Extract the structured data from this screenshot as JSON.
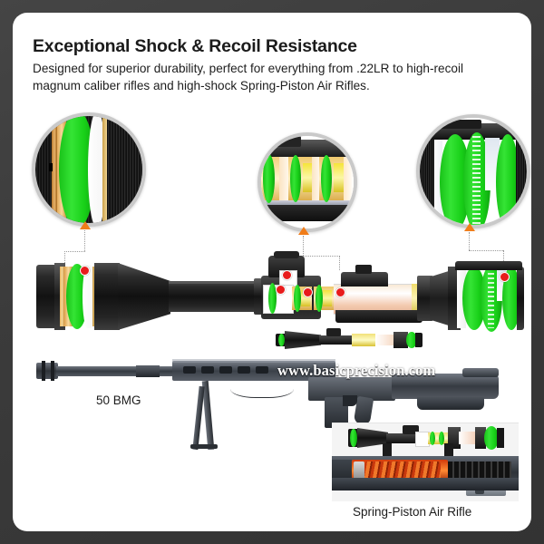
{
  "frame": {
    "border_color": "#3a3a3a",
    "card_color": "#ffffff"
  },
  "header": {
    "title": "Exceptional Shock & Recoil Resistance",
    "subtitle": "Designed for superior durability, perfect for everything from .22LR to high-recoil magnum caliber rifles and high-shock Spring-Piston Air Rifles."
  },
  "callouts": [
    {
      "id": "objective-lens",
      "name": "objective-lens-detail",
      "pointer": "orange-triangle-pointer"
    },
    {
      "id": "erector-assembly",
      "name": "erector-lens-detail",
      "pointer": "orange-triangle-pointer"
    },
    {
      "id": "ocular-lens",
      "name": "ocular-lens-detail",
      "pointer": "orange-triangle-pointer"
    }
  ],
  "markers": {
    "color": "#e81c1c",
    "count": 6,
    "label": "lens-retention-point"
  },
  "diagram": {
    "main_scope_label": "riflescope-cutaway",
    "rifle_label": "50 BMG",
    "air_rifle_label": "Spring-Piston Air Rifle"
  },
  "watermark": {
    "text": "www.basicprecision.com"
  },
  "colors": {
    "lens_green": "#2ad42a",
    "pointer_orange": "#f07d1a",
    "marker_red": "#e81c1c",
    "frame_dark": "#3a3a3a",
    "spring_orange": "#f0782a"
  }
}
